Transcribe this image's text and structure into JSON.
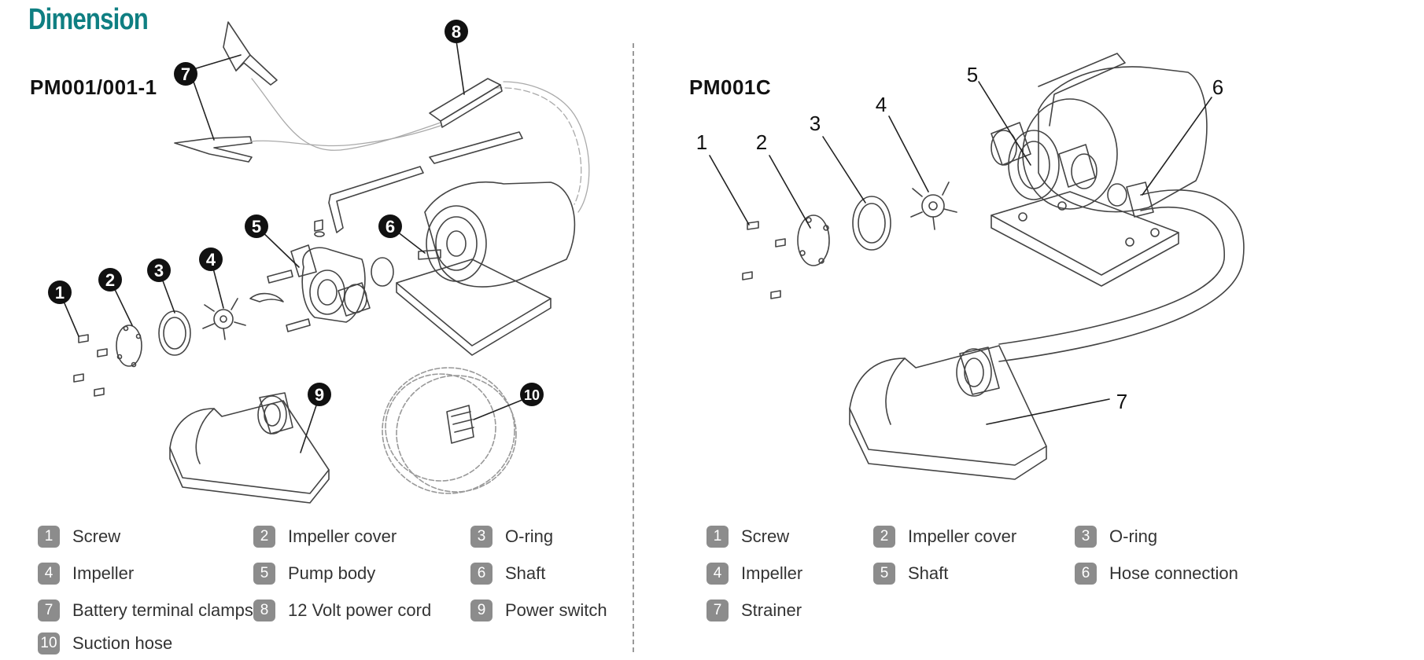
{
  "title": "Dimension",
  "left": {
    "model": "PM001/001-1",
    "callouts": [
      "1",
      "2",
      "3",
      "4",
      "5",
      "6",
      "7",
      "8",
      "9",
      "10"
    ],
    "legend": [
      {
        "num": "1",
        "label": "Screw"
      },
      {
        "num": "2",
        "label": "Impeller cover"
      },
      {
        "num": "3",
        "label": "O-ring"
      },
      {
        "num": "4",
        "label": "Impeller"
      },
      {
        "num": "5",
        "label": "Pump body"
      },
      {
        "num": "6",
        "label": "Shaft"
      },
      {
        "num": "7",
        "label": "Battery terminal clamps"
      },
      {
        "num": "8",
        "label": "12 Volt power cord"
      },
      {
        "num": "9",
        "label": "Power switch"
      },
      {
        "num": "10",
        "label": "Suction hose"
      }
    ]
  },
  "right": {
    "model": "PM001C",
    "callouts": [
      "1",
      "2",
      "3",
      "4",
      "5",
      "6",
      "7"
    ],
    "legend": [
      {
        "num": "1",
        "label": "Screw"
      },
      {
        "num": "2",
        "label": "Impeller cover"
      },
      {
        "num": "3",
        "label": "O-ring"
      },
      {
        "num": "4",
        "label": "Impeller"
      },
      {
        "num": "5",
        "label": "Shaft"
      },
      {
        "num": "6",
        "label": "Hose connection"
      },
      {
        "num": "7",
        "label": "Strainer"
      }
    ]
  },
  "colors": {
    "title": "#0f7f82",
    "badge": "#8c8c8c",
    "callout": "#111111"
  }
}
